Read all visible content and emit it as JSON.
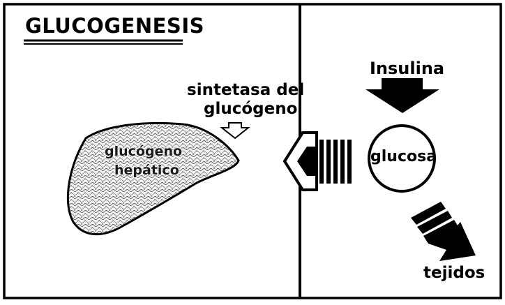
{
  "title": "GLUCOGENESIS",
  "enzyme": {
    "line1": "sintetasa del",
    "line2": "glucógeno"
  },
  "liver": {
    "line1": "glucógeno",
    "line2": "hepático"
  },
  "hormone": "Insulina",
  "substrate": "glucosa",
  "destination": "tejidos"
}
